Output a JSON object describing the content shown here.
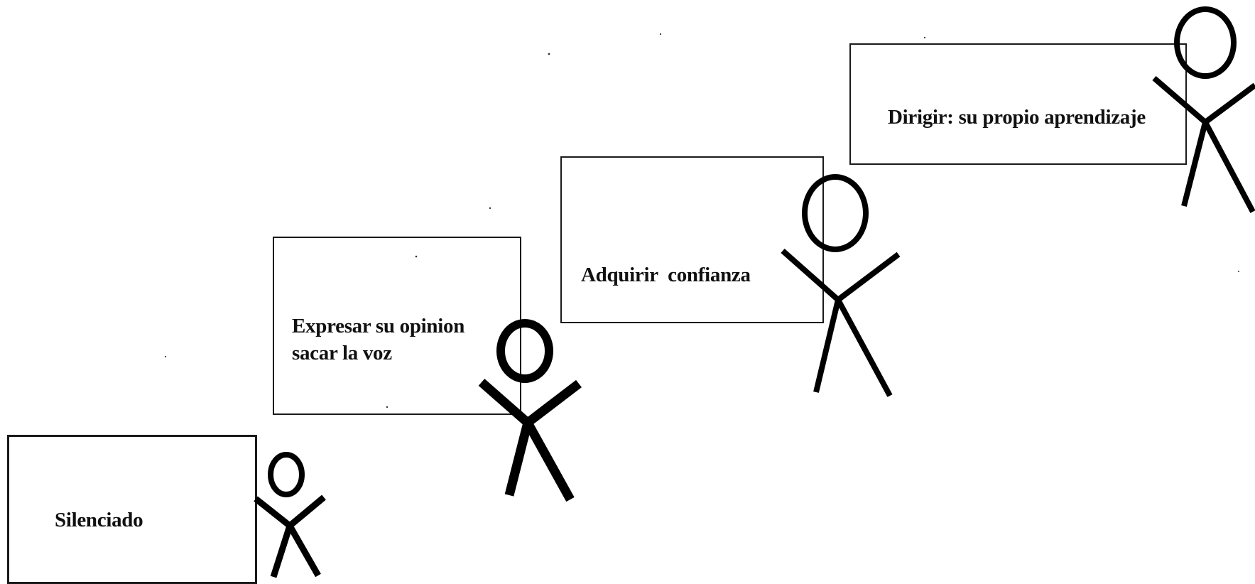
{
  "diagram": {
    "steps": [
      {
        "id": "silenciado",
        "lines": [
          "Silenciado"
        ]
      },
      {
        "id": "expresar",
        "lines": [
          "Expresar su opinion",
          "sacar la voz"
        ]
      },
      {
        "id": "adquirir",
        "lines": [
          "Adquirir  confianza"
        ]
      },
      {
        "id": "dirigir",
        "lines": [
          "Dirigir: su propio aprendizaje"
        ]
      }
    ],
    "colors": {
      "ink": "#000000",
      "box_border": "#1a1a1a",
      "background": "#ffffff"
    },
    "icons": [
      "stick-figure-icon",
      "stick-figure-icon",
      "stick-figure-icon",
      "stick-figure-icon"
    ]
  }
}
